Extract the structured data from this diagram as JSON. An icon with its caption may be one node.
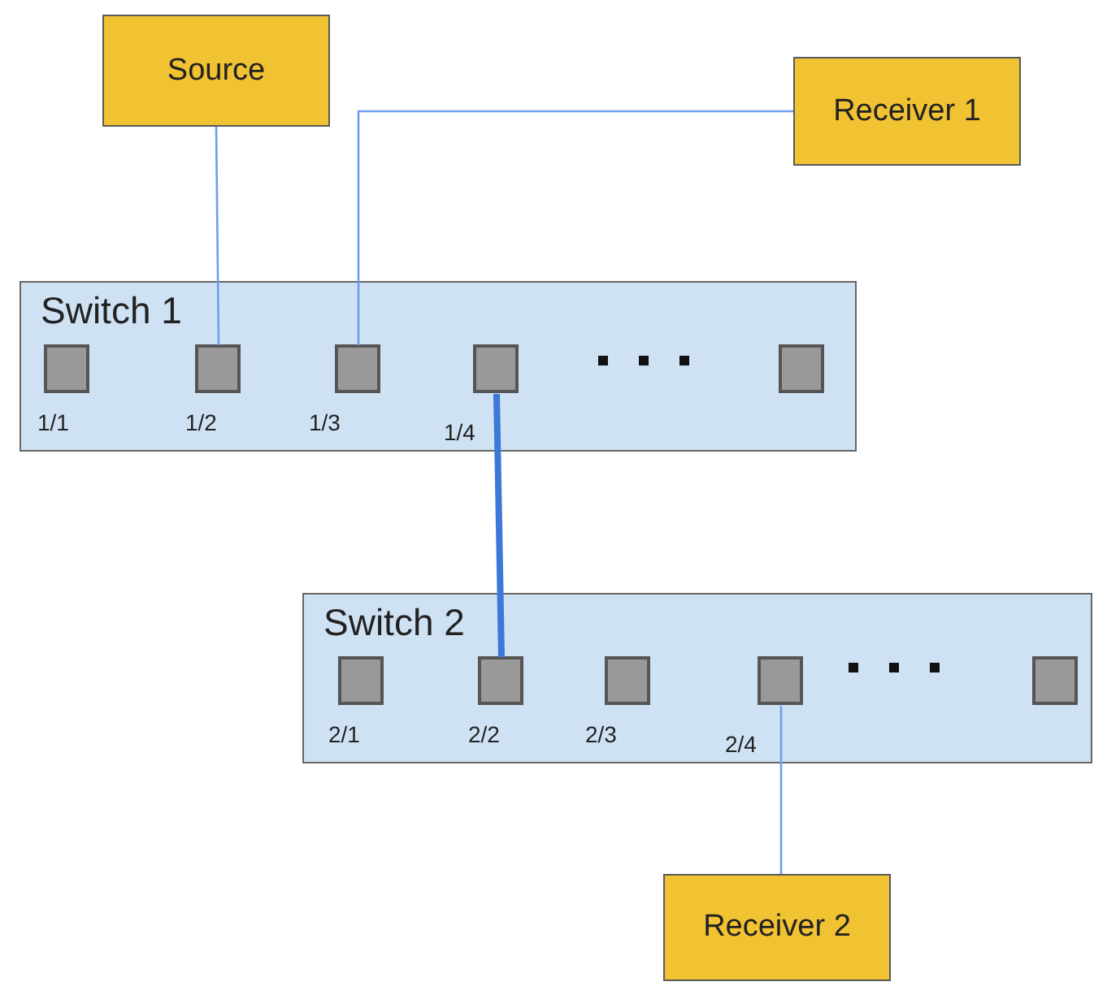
{
  "diagram": {
    "nodes": [
      {
        "text": [
          "Source"
        ]
      },
      {
        "text": [
          "Receiver 1"
        ]
      },
      {
        "text": [
          "Switch 1"
        ]
      },
      {
        "text": [],
        "shape": "box",
        "in": 2,
        "beside": [
          "1/1"
        ]
      },
      {
        "text": [],
        "shape": "box",
        "in": 2,
        "beside": [
          "1/2"
        ]
      },
      {
        "text": [],
        "shape": "box",
        "in": 2,
        "beside": [
          "1/3"
        ]
      },
      {
        "text": [],
        "shape": "box",
        "in": 2,
        "beside": [
          "1/4"
        ]
      },
      {
        "text": [],
        "shape": "box",
        "in": 2
      },
      {
        "text": [
          "Switch 2"
        ]
      },
      {
        "text": [],
        "shape": "box",
        "in": 8,
        "beside": [
          "2/1"
        ]
      },
      {
        "text": [],
        "shape": "box",
        "in": 8,
        "beside": [
          "2/2"
        ]
      },
      {
        "text": [],
        "shape": "box",
        "in": 8,
        "beside": [
          "2/3"
        ]
      },
      {
        "text": [],
        "shape": "box",
        "in": 8,
        "beside": [
          "2/4"
        ]
      },
      {
        "text": [],
        "shape": "box",
        "in": 8
      },
      {
        "text": [
          "Receiver 2"
        ]
      }
    ],
    "edges": [
      {
        "from": 0,
        "to": 4,
        "arrow": "none"
      },
      {
        "from": 1,
        "to": 5,
        "arrow": "none"
      },
      {
        "from": 6,
        "to": 10,
        "arrow": "none",
        "style": "thick",
        "color": "#3c78d8"
      },
      {
        "from": 12,
        "to": 14,
        "arrow": "none"
      }
    ]
  }
}
